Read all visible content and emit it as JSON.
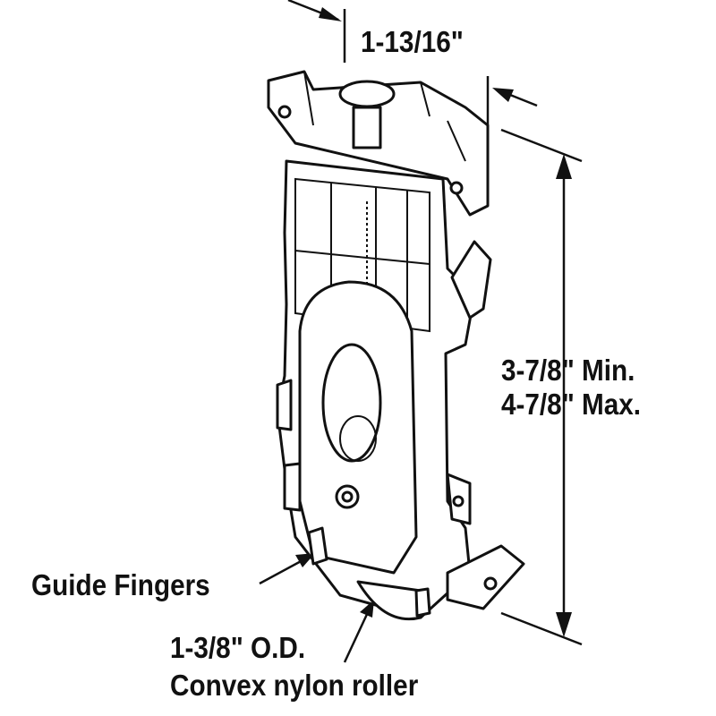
{
  "labels": {
    "width_dim": "1-13/16\"",
    "height_min": "3-7/8\" Min.",
    "height_max": "4-7/8\" Max.",
    "guide_fingers": "Guide Fingers",
    "roller_size": "1-3/8\" O.D.",
    "roller_type": "Convex nylon roller"
  }
}
